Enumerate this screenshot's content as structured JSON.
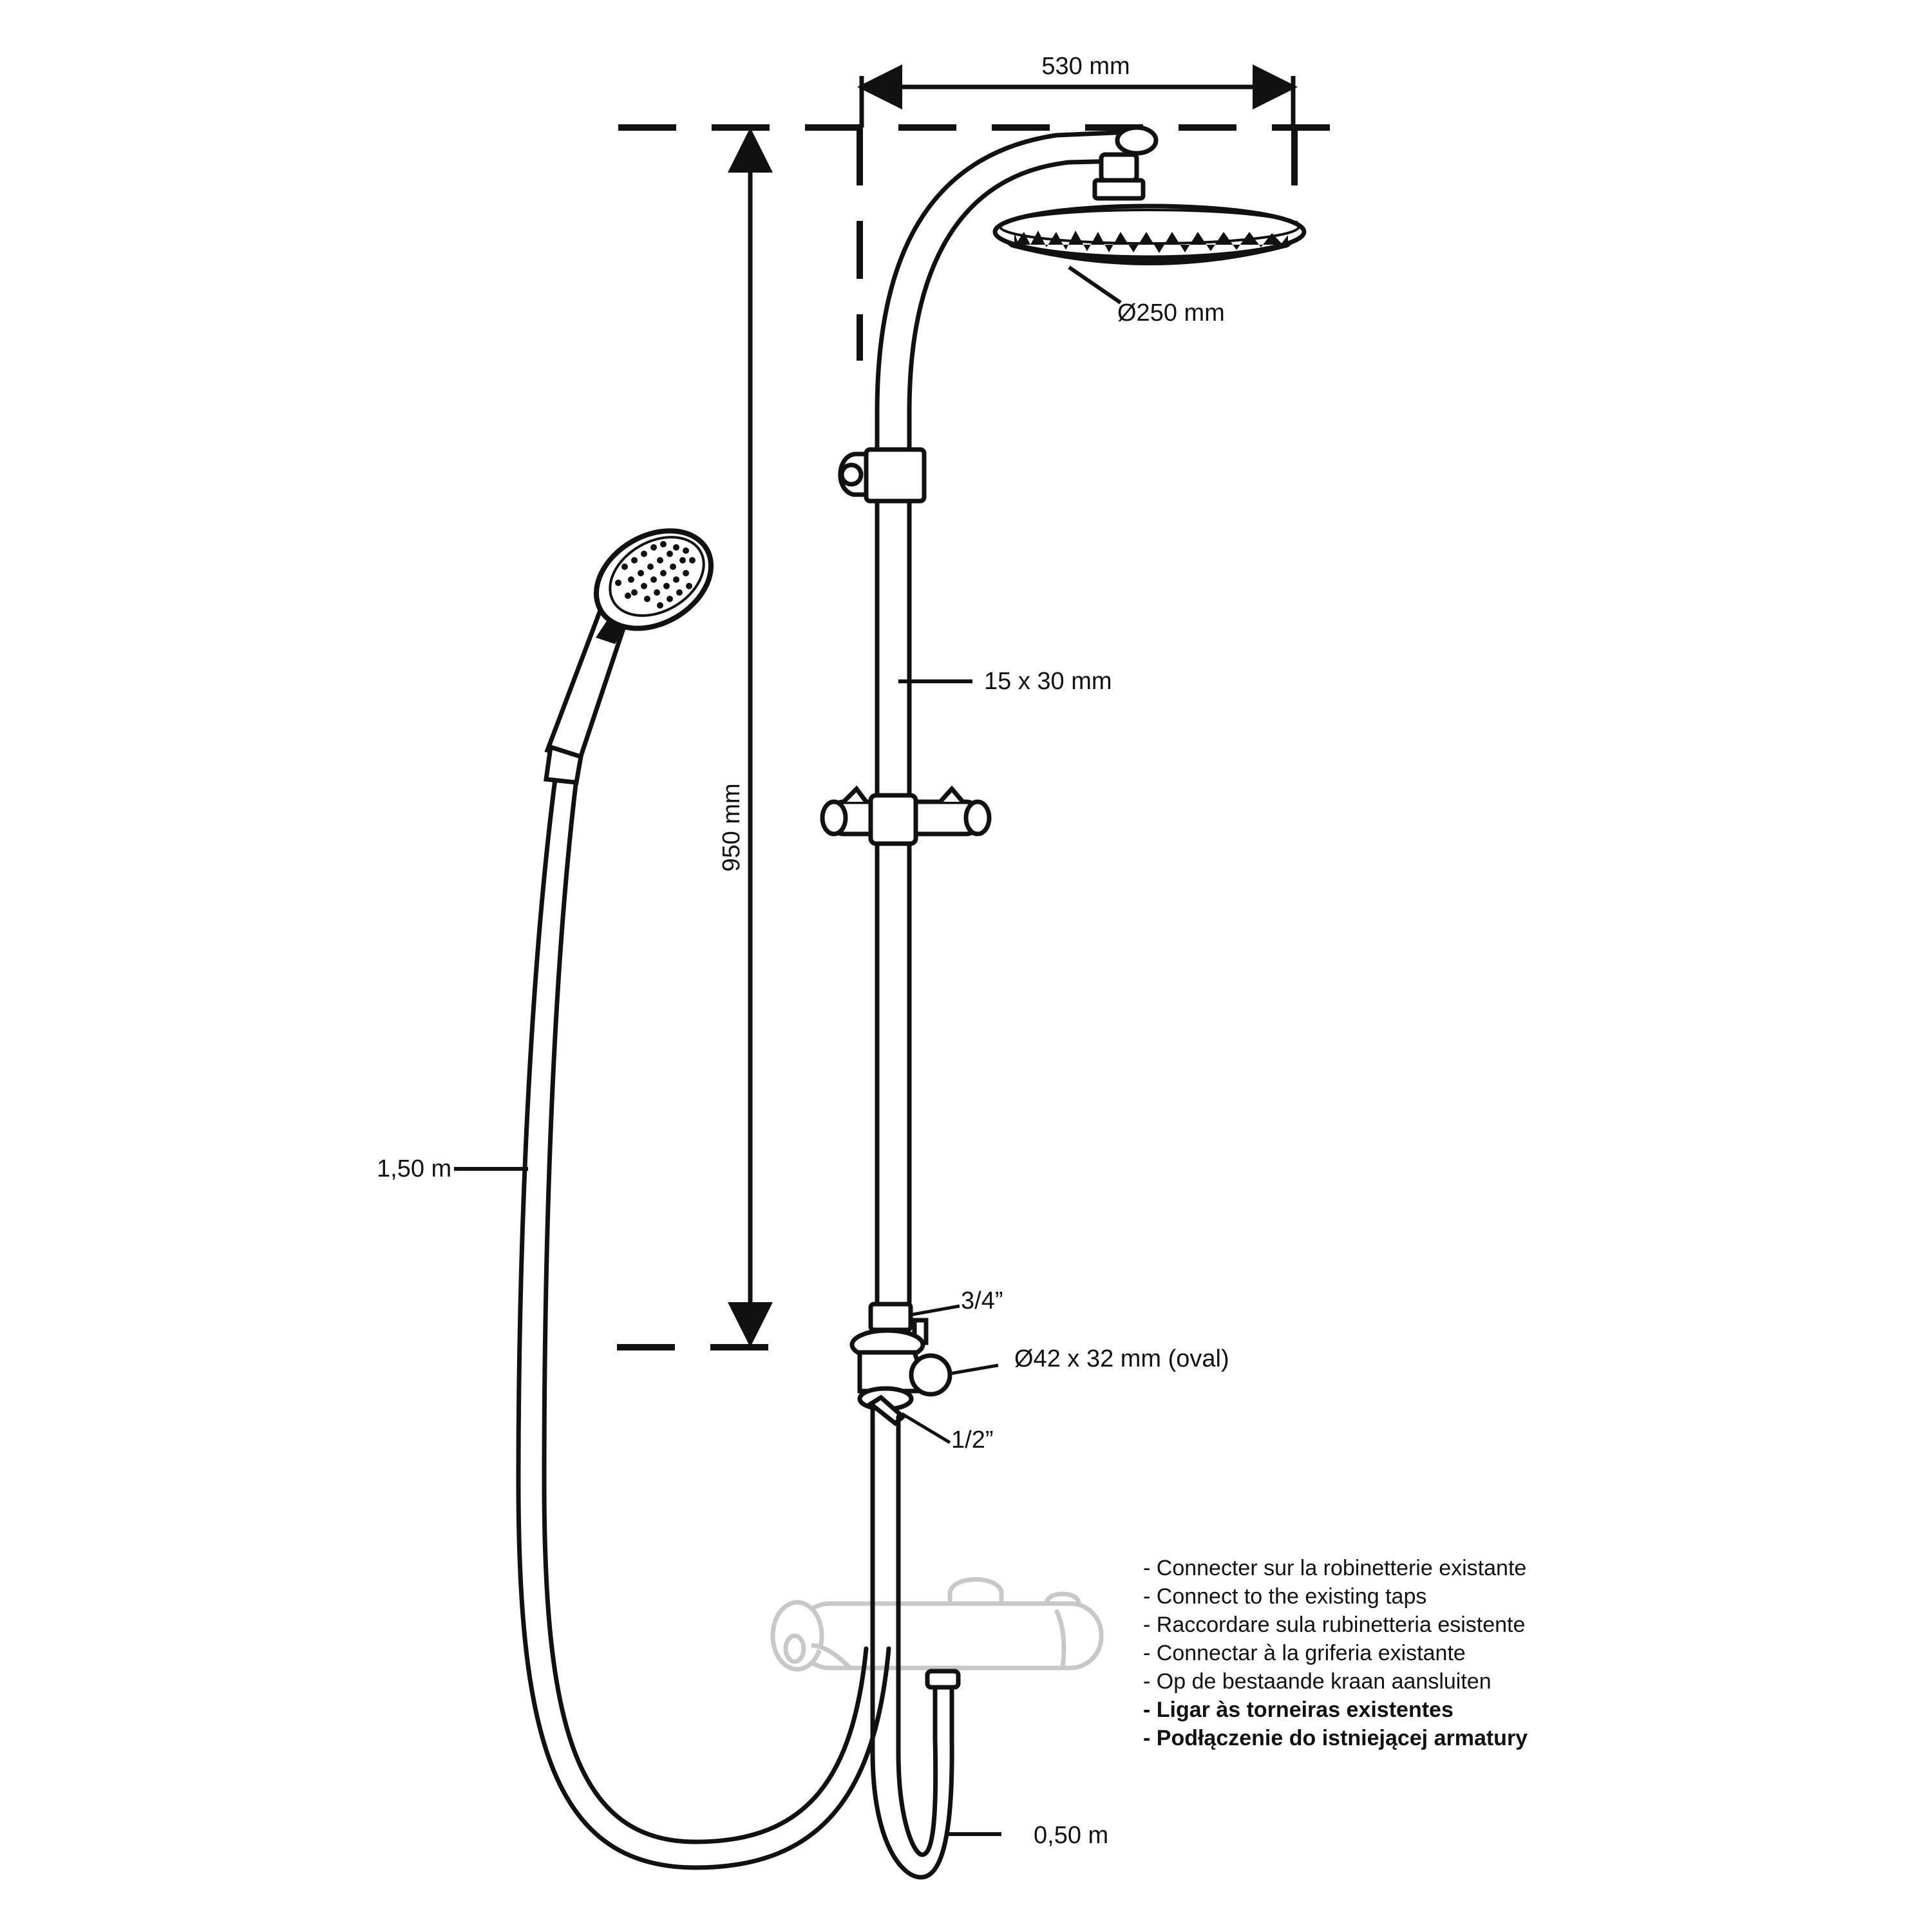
{
  "dimensions": {
    "total_width": "530 mm",
    "rain_head_diameter": "Ø250 mm",
    "height": "950 mm",
    "rail_section": "15 x 30 mm",
    "hose_long": "1,50 m",
    "inlet_thread": "3/4”",
    "diverter_body": "Ø42 x 32 mm (oval)",
    "outlet_thread": "1/2”",
    "hose_short": "0,50 m"
  },
  "notes": [
    "- Connecter sur la robinetterie existante",
    "- Connect to the existing taps",
    "- Raccordare sula rubinetteria esistente",
    "- Connectar à la griferia existante",
    "- Op de bestaande kraan aansluiten",
    "- Ligar às torneiras existentes",
    "- Podłączenie do istniejącej armatury"
  ],
  "colors": {
    "line": "#111111",
    "faded_tap": "#c8c8c8"
  }
}
